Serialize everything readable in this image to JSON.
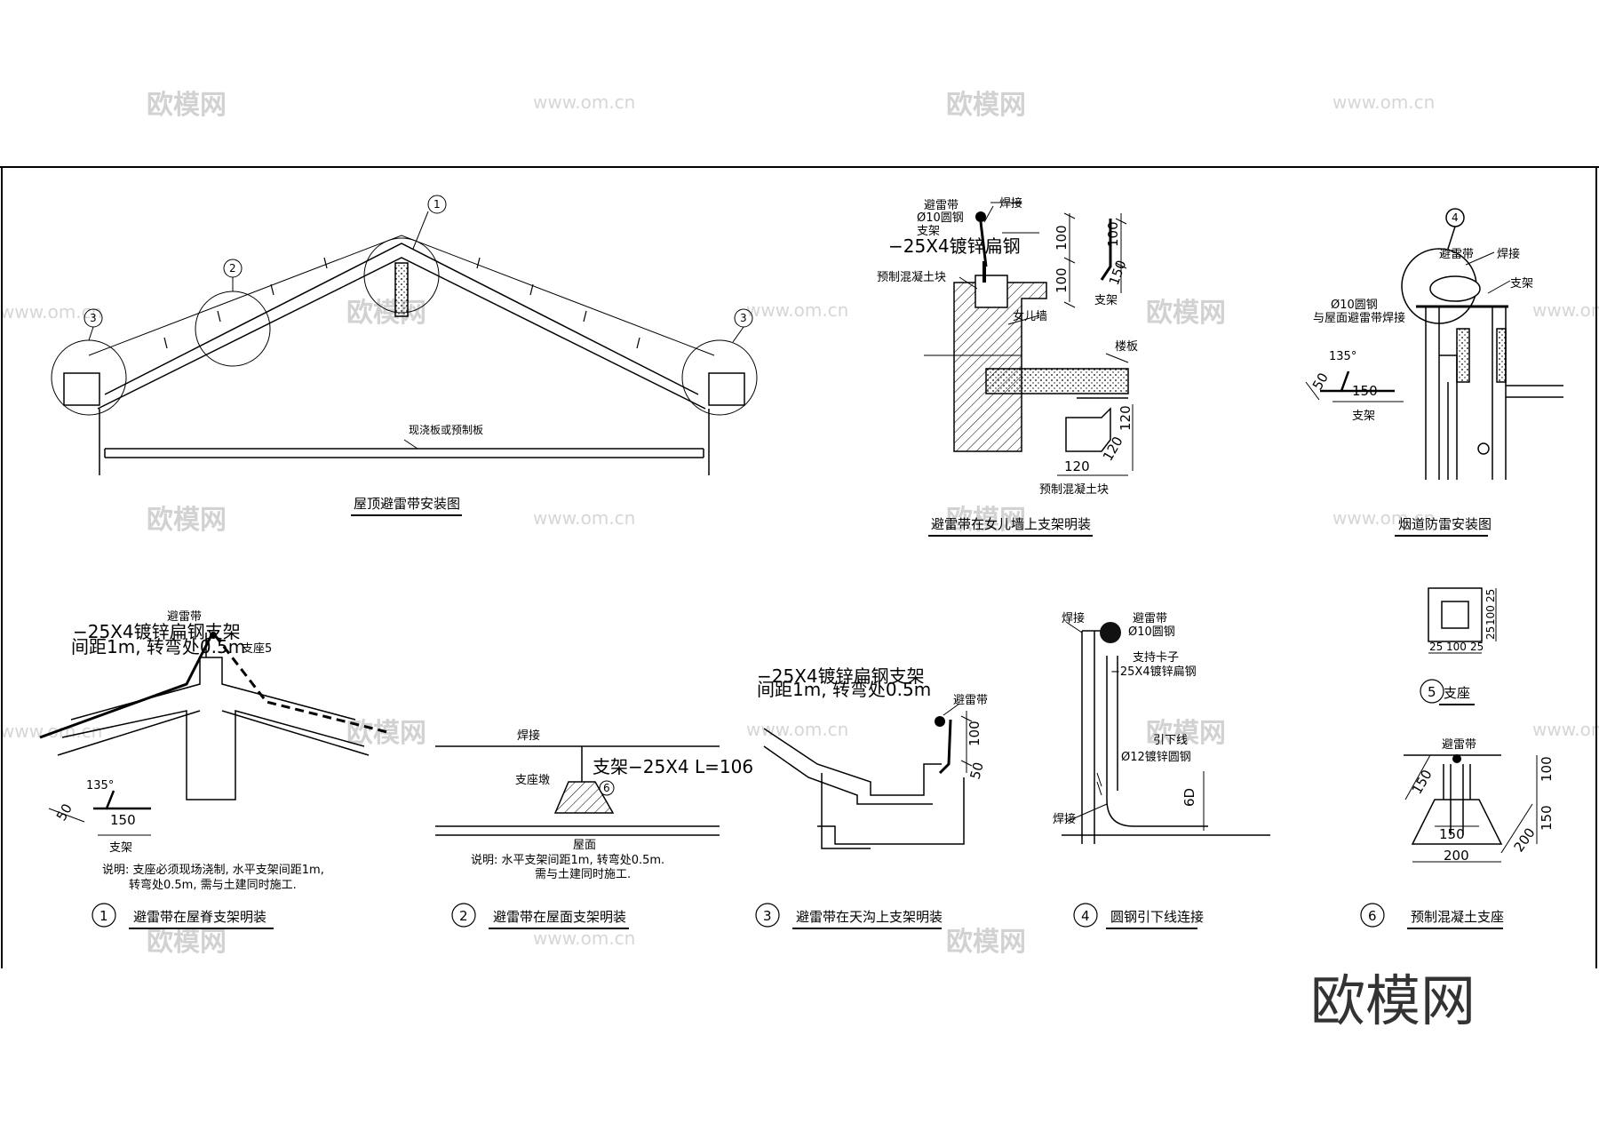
{
  "watermark": {
    "brand": "欧模网",
    "url": "www.om.cn"
  },
  "brand_logo": "欧模网",
  "drawing_1": {
    "title": "屋顶避雷带安装图",
    "slab_label": "现浇板或预制板",
    "callout_1": "1",
    "callout_2": "2",
    "callout_3": "3"
  },
  "drawing_2": {
    "title": "避雷带在女儿墙上支架明装",
    "lightning_strip": "避雷带",
    "rod": "Ø10圆钢",
    "weld": "焊接",
    "bracket": "支架",
    "steel_flat": "−25X4镀锌扁钢",
    "precast_block": "预制混凝土块",
    "parapet": "女儿墙",
    "floor_slab": "楼板",
    "bracket_2": "支架",
    "precast_block_2": "预制混凝土块",
    "dim_100a": "100",
    "dim_100b": "100",
    "dim_100c": "100",
    "dim_150": "150",
    "dim_120a": "120",
    "dim_120b": "120",
    "dim_120c": "120"
  },
  "drawing_3": {
    "title": "烟道防雷安装图",
    "callout": "4",
    "lightning_strip": "避雷带",
    "weld": "焊接",
    "bracket": "支架",
    "rod": "Ø10圆钢",
    "rod_note": "与屋面避雷带焊接",
    "angle": "135°",
    "dim_150": "150",
    "dim_50": "50",
    "bracket_2": "支架"
  },
  "detail_1": {
    "number": "1",
    "title": "避雷带在屋脊支架明装",
    "lightning_strip": "避雷带",
    "steel_flat": "−25X4镀锌扁钢支架",
    "spacing": "间距1m, 转弯处0.5m",
    "support": "支座5",
    "angle": "135°",
    "dim_150": "150",
    "dim_50": "50",
    "bracket": "支架",
    "note_1": "说明: 支座必须现场浇制, 水平支架间距1m,",
    "note_2": "转弯处0.5m, 需与土建同时施工."
  },
  "detail_2": {
    "number": "2",
    "title": "避雷带在屋面支架明装",
    "weld": "焊接",
    "bracket": "支架−25X4 L=106",
    "support_pier": "支座墩",
    "callout": "6",
    "roof": "屋面",
    "note_1": "说明: 水平支架间距1m, 转弯处0.5m.",
    "note_2": "需与土建同时施工."
  },
  "detail_3": {
    "number": "3",
    "title": "避雷带在天沟上支架明装",
    "steel_flat": "−25X4镀锌扁钢支架",
    "spacing": "间距1m, 转弯处0.5m",
    "lightning_strip": "避雷带",
    "dim_100": "100",
    "dim_50": "50"
  },
  "detail_4": {
    "number": "4",
    "title": "圆钢引下线连接",
    "weld_top": "焊接",
    "lightning_strip": "避雷带",
    "rod": "Ø10圆钢",
    "clip": "支持卡子",
    "steel_flat": "−25X4镀锌扁钢",
    "down_conductor": "引下线",
    "down_rod": "Ø12镀锌圆钢",
    "dim_6d": "6D",
    "weld_bottom": "焊接"
  },
  "detail_5": {
    "number": "5",
    "title": "支座",
    "dim_25a": "25",
    "dim_100a": "100",
    "dim_25b": "25",
    "dim_25c": "25",
    "dim_100b": "100",
    "dim_25d": "25"
  },
  "detail_6": {
    "number": "6",
    "title": "预制混凝土支座",
    "lightning_strip": "避雷带",
    "dim_150a": "150",
    "dim_100": "100",
    "dim_150b": "150",
    "dim_150c": "150",
    "dim_200a": "200",
    "dim_200b": "200"
  }
}
